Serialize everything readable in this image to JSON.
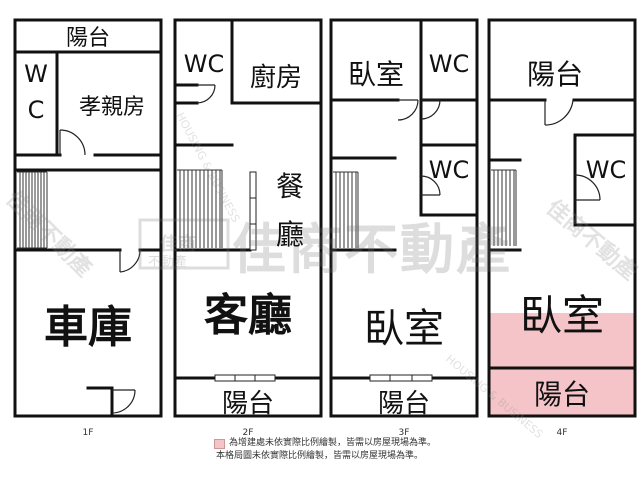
{
  "floors": [
    {
      "id": "1f",
      "level": "1F",
      "rooms": {
        "balcony": "陽台",
        "wc_w": "W",
        "wc_c": "C",
        "elder_room": "孝親房",
        "garage": "車庫"
      }
    },
    {
      "id": "2f",
      "level": "2F",
      "rooms": {
        "wc": "WC",
        "kitchen": "廚房",
        "dining_1": "餐",
        "dining_2": "廳",
        "living": "客廳",
        "balcony": "陽台"
      }
    },
    {
      "id": "3f",
      "level": "3F",
      "rooms": {
        "bedroom_small": "臥室",
        "wc_top": "WC",
        "wc_mid": "WC",
        "bedroom_large": "臥室",
        "balcony": "陽台"
      }
    },
    {
      "id": "4f",
      "level": "4F",
      "rooms": {
        "balcony_top": "陽台",
        "wc": "WC",
        "bedroom": "臥室",
        "balcony_bottom": "陽台"
      }
    }
  ],
  "watermark": {
    "text": "佳商不動產",
    "logo_text": "佳商",
    "logo_text_2": "不動產",
    "diagonal_text": "HOUSING & BUSINESS",
    "corner_text": "佳商不動產"
  },
  "legend": {
    "line1": "為增建處未依實際比例繪製，皆需以房屋現場為準。",
    "line2": "本格局圖未依實際比例繪製，皆需以房屋現場為準。",
    "highlight_color": "#f4c4c8"
  }
}
